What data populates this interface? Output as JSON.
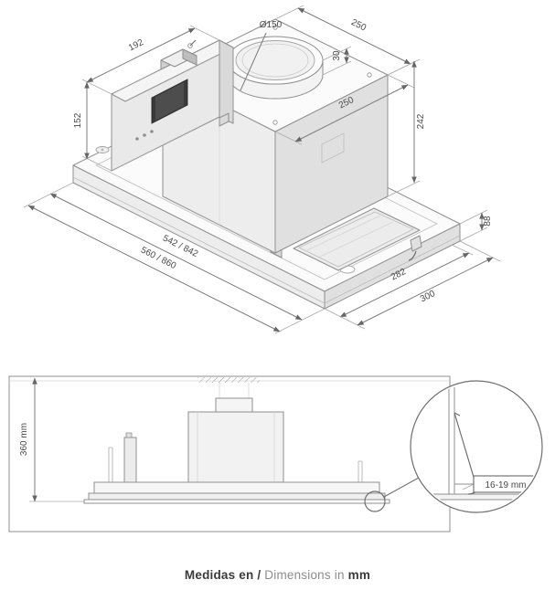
{
  "drawing": {
    "caption": {
      "medidas": "Medidas en /",
      "dimensions": "Dimensions in",
      "unit": "mm"
    },
    "iso": {
      "panel_depth": "192",
      "panel_height": "152",
      "duct_diameter": "Ø150",
      "collar_height": "30",
      "box_depth_back": "250",
      "box_depth_right": "250",
      "box_height": "242",
      "body_length_inner": "542 / 842",
      "body_length_outer": "560 / 860",
      "body_height": "88",
      "body_depth_inner": "282",
      "body_depth_outer": "300"
    },
    "section": {
      "install_height": "360 mm",
      "detail_gap": "16-19 mm"
    },
    "colors": {
      "outline": "#8f8f8f",
      "dimension_line": "#7d7d7d",
      "text": "#4a4a4a",
      "caption_secondary": "#8c8c8c"
    }
  }
}
